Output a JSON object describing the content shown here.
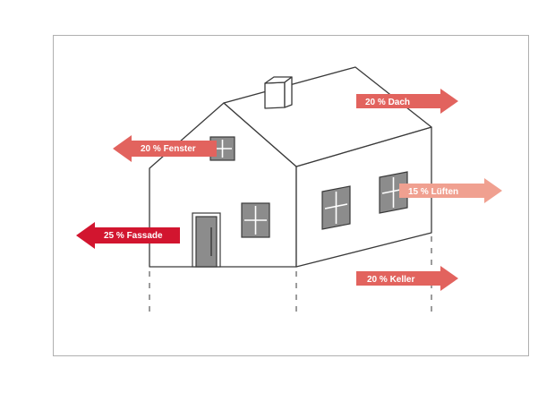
{
  "colors": {
    "outline": "#3a3a3a",
    "window_fill": "#8c8c8c",
    "frame": "#b0b0b0",
    "arrow_strong": "#d2152f",
    "arrow_medium": "#e2635e",
    "arrow_light": "#f0a090"
  },
  "labels": {
    "dach": "20 % Dach",
    "fenster": "20 % Fenster",
    "lueften": "15 % Lüften",
    "fassade": "25 % Fassade",
    "keller": "20 % Keller"
  }
}
